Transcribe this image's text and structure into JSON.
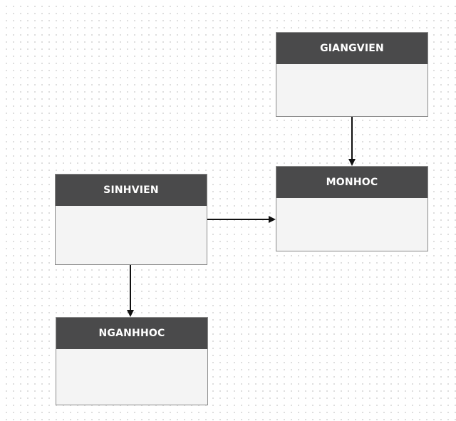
{
  "diagram": {
    "entities": [
      {
        "id": "giangvien",
        "label": "GIANGVIEN"
      },
      {
        "id": "monhoc",
        "label": "MONHOC"
      },
      {
        "id": "sinhvien",
        "label": "SINHVIEN"
      },
      {
        "id": "nganhhoc",
        "label": "NGANHHOC"
      }
    ],
    "relations": [
      {
        "from": "giangvien",
        "to": "monhoc"
      },
      {
        "from": "sinhvien",
        "to": "monhoc"
      },
      {
        "from": "sinhvien",
        "to": "nganhhoc"
      }
    ]
  },
  "colors": {
    "header": "#4a4a4b",
    "body": "#f4f4f4",
    "border": "#8a8a8a",
    "connector": "#111111"
  }
}
